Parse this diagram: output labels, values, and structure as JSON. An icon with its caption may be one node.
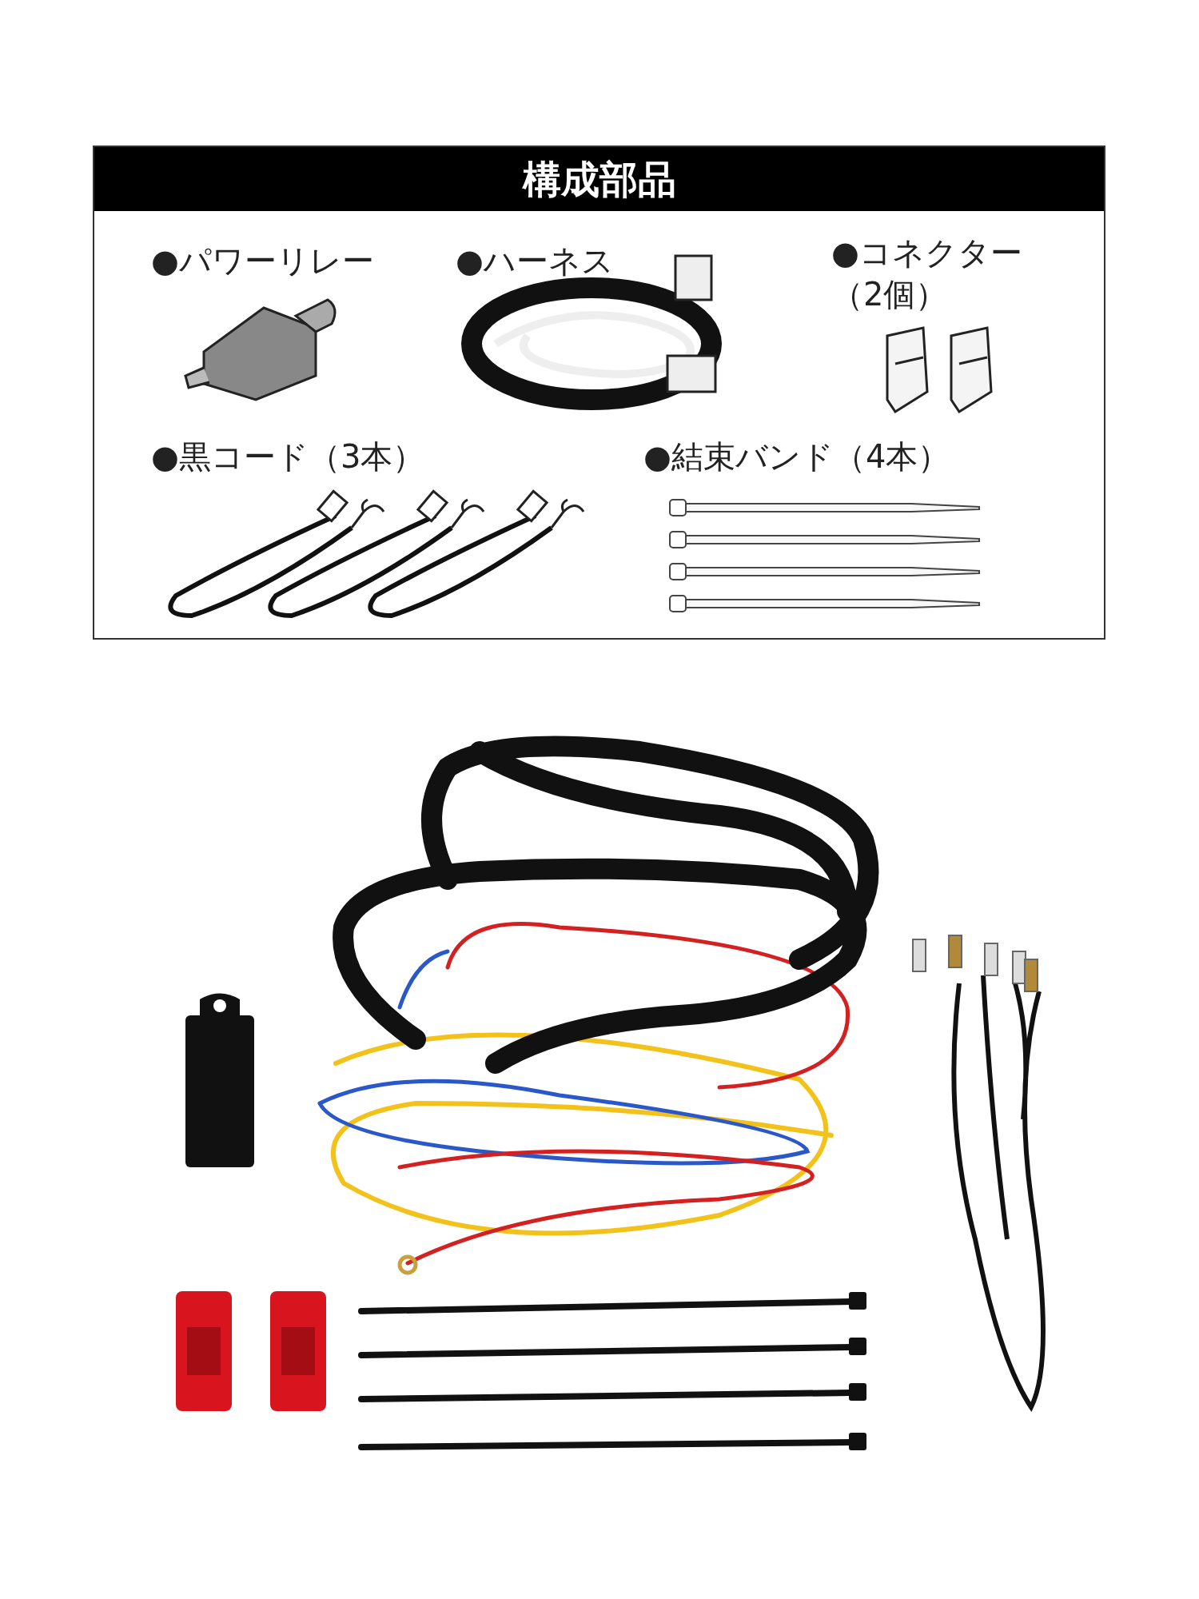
{
  "diagram": {
    "title": "構成部品",
    "labels": [
      "●パワーリレー",
      "●ハーネス",
      "●コネクター（2個）",
      "●黒コード（3本）",
      "●結束バンド（4本）"
    ]
  }
}
